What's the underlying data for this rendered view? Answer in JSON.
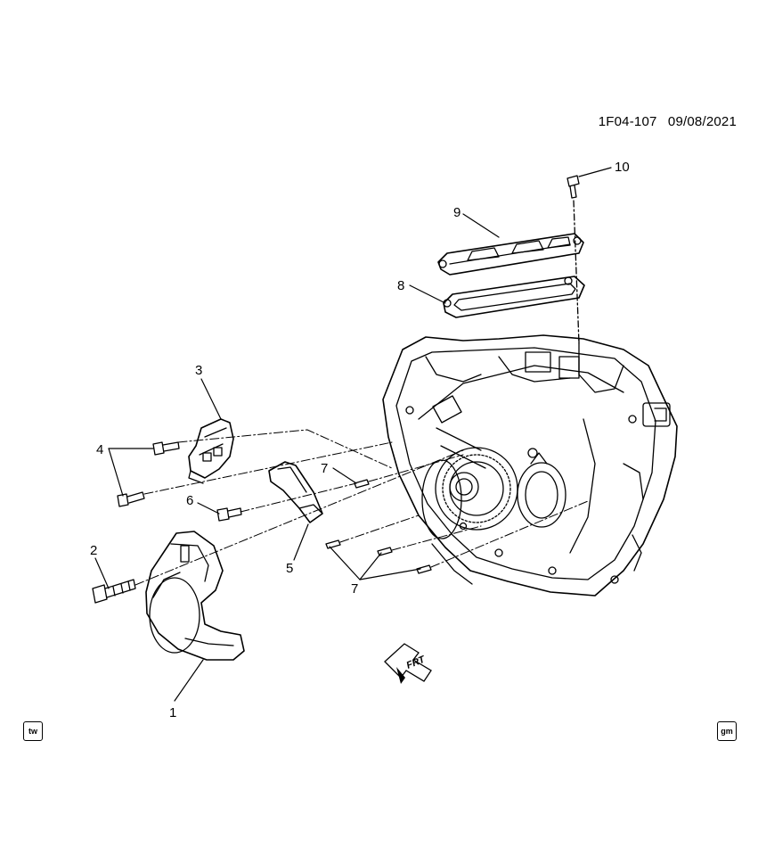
{
  "header": {
    "code": "1F04-107",
    "date": "09/08/2021"
  },
  "callouts": [
    "1",
    "2",
    "3",
    "4",
    "5",
    "6",
    "7",
    "7",
    "8",
    "9",
    "10"
  ],
  "direction_marker": "FRT",
  "badges": {
    "left": "tw",
    "right": "gm"
  }
}
